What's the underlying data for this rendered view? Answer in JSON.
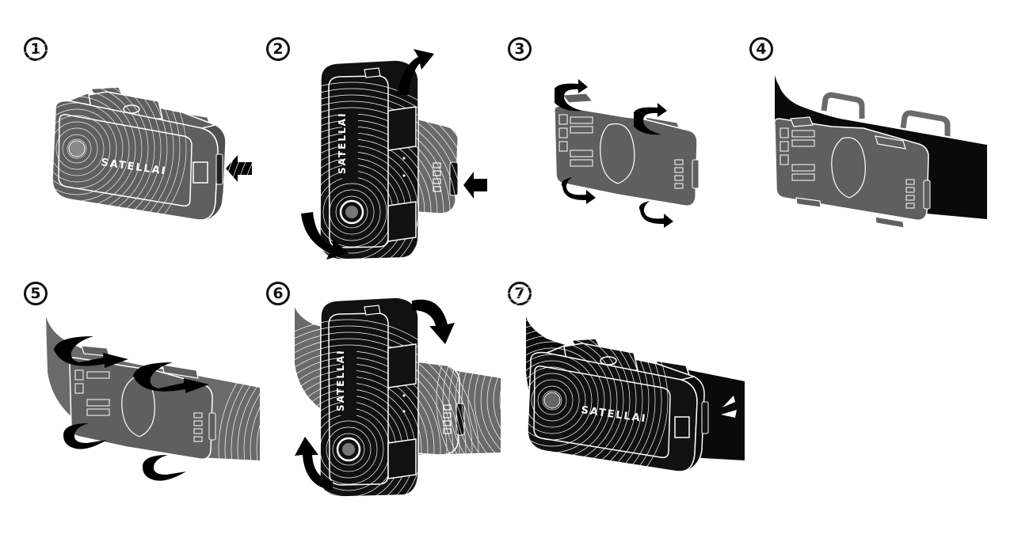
{
  "diagram": {
    "brand_text": "SATELLAI",
    "colors": {
      "device_gray": "#5f5f5f",
      "device_black": "#111111",
      "strap_black": "#0a0a0a",
      "strap_gray": "#6a6a6a",
      "outline": "#ffffff",
      "arrow": "#000000"
    },
    "steps": [
      {
        "number": "1",
        "brand": "SATELLAI"
      },
      {
        "number": "2",
        "brand": "SATELLAI"
      },
      {
        "number": "3"
      },
      {
        "number": "4"
      },
      {
        "number": "5"
      },
      {
        "number": "6",
        "brand": "SATELLAI"
      },
      {
        "number": "7",
        "brand": "SATELLAI"
      }
    ]
  }
}
